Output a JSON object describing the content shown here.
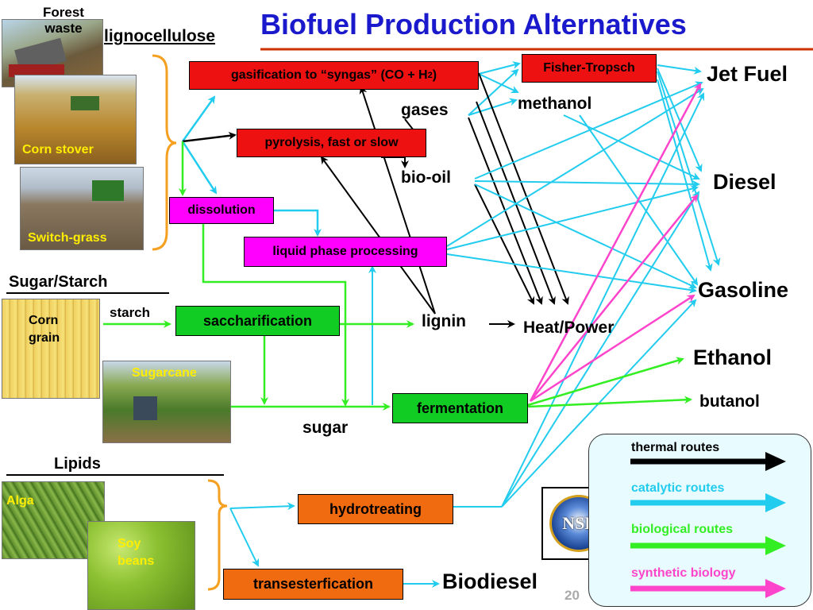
{
  "title": "Biofuel Production Alternatives",
  "page_number": "20",
  "colors": {
    "thermal": "#000000",
    "catalytic": "#22ccee",
    "biological": "#33ee22",
    "synthetic": "#ff44cc",
    "title": "#1a1acc"
  },
  "sources": {
    "forest_waste": "Forest\nwaste",
    "lignocellulose": "lignocellulose",
    "corn_stover": "Corn stover",
    "switch_grass": "Switch-grass",
    "sugar_starch": "Sugar/Starch",
    "corn_grain": "Corn\ngrain",
    "starch": "starch",
    "sugarcane": "Sugarcane",
    "lipids": "Lipids",
    "alga": "Alga",
    "soy_beans": "Soy\nbeans"
  },
  "processes": {
    "gasification_prefix": "gasification to “syngas” (CO + H",
    "gasification_sub": "2",
    "gasification_suffix": ")",
    "pyrolysis": "pyrolysis, fast or slow",
    "dissolution": "dissolution",
    "liquid_phase": "liquid phase processing",
    "saccharification": "saccharification",
    "fermentation": "fermentation",
    "hydrotreating": "hydrotreating",
    "transesterfication": "transesterfication",
    "fisher_tropsch": "Fisher-Tropsch"
  },
  "intermediates": {
    "gases": "gases",
    "bio_oil": "bio-oil",
    "methanol": "methanol",
    "lignin": "lignin",
    "sugar": "sugar",
    "heat_power": "Heat/Power"
  },
  "products": {
    "jet_fuel": "Jet Fuel",
    "diesel": "Diesel",
    "gasoline": "Gasoline",
    "ethanol": "Ethanol",
    "butanol": "butanol",
    "biodiesel": "Biodiesel"
  },
  "legend": {
    "thermal": "thermal routes",
    "catalytic": "catalytic routes",
    "biological": "biological routes",
    "synthetic": "synthetic biology",
    "logo": "NSF"
  }
}
